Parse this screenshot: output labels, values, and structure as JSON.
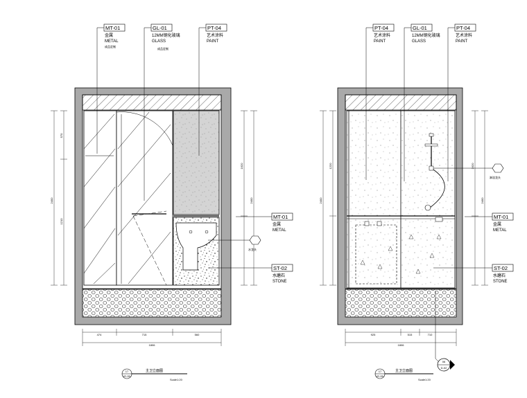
{
  "left_elevation": {
    "callouts_top": [
      {
        "code": "MT-01",
        "cn": "金属",
        "en": "METAL",
        "note": "成品定制"
      },
      {
        "code": "GL-01",
        "cn": "12MM钢化玻璃",
        "en": "GLASS",
        "note": "成品定制"
      },
      {
        "code": "PT-04",
        "cn": "艺术涂料",
        "en": "PAINT",
        "note": ""
      }
    ],
    "callouts_right": [
      {
        "code": "MT-01",
        "cn": "金属",
        "en": "METAL"
      },
      {
        "code": "ST-02",
        "cn": "水磨石",
        "en": "STONE"
      }
    ],
    "hex_tag": "水龙头",
    "dims_bottom": [
      "474",
      "715",
      "560"
    ],
    "dim_total": "1806",
    "dims_left": [
      "570",
      "1210",
      "2400"
    ],
    "dims_right": [
      "1620",
      "2400"
    ],
    "title_num": "17",
    "title_sheet": "IE-05",
    "title_text": "主卫立面图",
    "scale": "Scale1:20"
  },
  "right_elevation": {
    "callouts_top": [
      {
        "code": "PT-04",
        "cn": "艺术涂料",
        "en": "PAINT"
      },
      {
        "code": "GL-01",
        "cn": "12MM钢化玻璃",
        "en": "GLASS"
      },
      {
        "code": "PT-04",
        "cn": "艺术涂料",
        "en": "PAINT"
      }
    ],
    "callouts_right": [
      {
        "code": "MT-01",
        "cn": "金属",
        "en": "METAL"
      },
      {
        "code": "ST-02",
        "cn": "水磨石",
        "en": "STONE"
      }
    ],
    "hex_tag": "淋浴龙头",
    "dims_bottom": [
      "925",
      "515",
      "710"
    ],
    "dim_total": "1806",
    "dims_left": [
      "1220",
      "2400"
    ],
    "dims_right": [
      "1620",
      "2400"
    ],
    "detail_num": "06",
    "detail_sheet": "D-02",
    "title_num": "17",
    "title_sheet": "IE-05",
    "title_text": "主卫立面图",
    "scale": "Scale1:20"
  }
}
